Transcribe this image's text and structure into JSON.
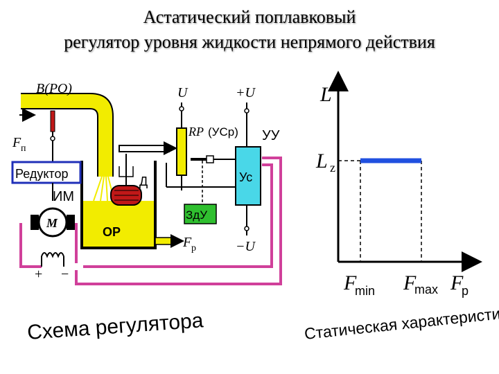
{
  "title": {
    "line1": "Астатический поплавковый",
    "line2": "регулятор уровня жидкости непрямого действия"
  },
  "scheme": {
    "labels": {
      "valve": "В(РО)",
      "f_in": "F",
      "f_in_sub": "п",
      "reducer": "Редуктор",
      "actuator": "ИМ",
      "motor": "M",
      "object": "ОР",
      "sensor": "Д",
      "f_out": "F",
      "f_out_sub": "р",
      "u_top": "U",
      "pot": "RP",
      "pot_note": "(УСр)",
      "plus_u": "+U",
      "uu": "УУ",
      "amp": "Ус",
      "setpoint": "ЗдУ",
      "minus_u": "−U",
      "plus_sign": "+",
      "minus_sign": "−"
    },
    "caption": "Схема регулятора"
  },
  "characteristic": {
    "y_label": "L",
    "level_label": "L",
    "level_sub": "z",
    "fmin_label": "F",
    "fmin_sub": "min",
    "fmax_label": "F",
    "fmax_sub": "max",
    "x_label": "F",
    "x_sub": "р",
    "caption": "Статическая характеристика"
  },
  "colors": {
    "pipe": "#f2ec00",
    "vessel": "#f2ec00",
    "reducer_border": "#1f2fb8",
    "wire": "#d0409a",
    "amp": "#49d7e8",
    "setpoint": "#2fbf2f",
    "float": "#c01818",
    "level_line": "#2050e0"
  }
}
